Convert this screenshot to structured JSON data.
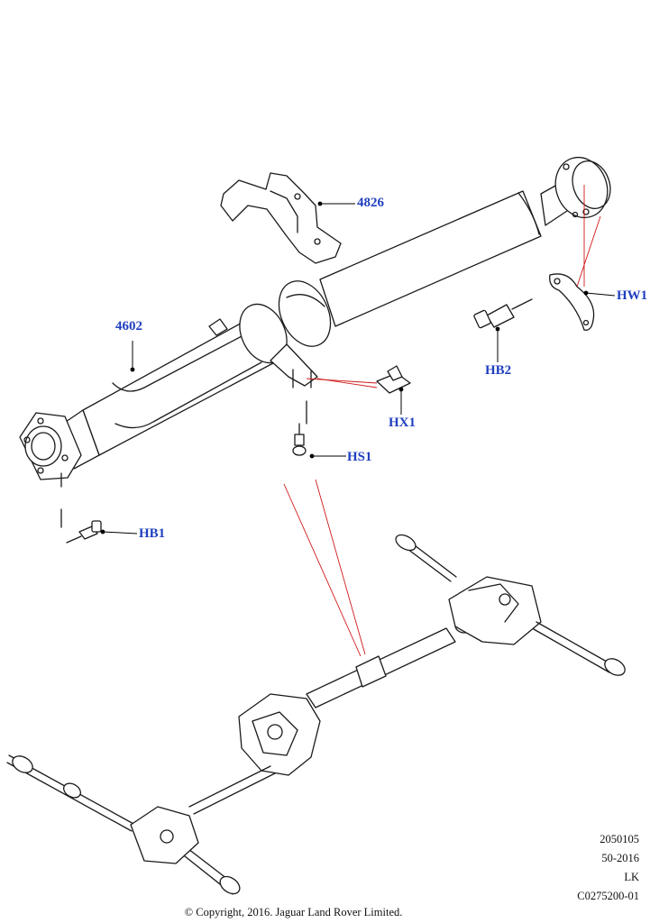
{
  "callouts": {
    "c4826": "4826",
    "c4602": "4602",
    "hw1": "HW1",
    "hb2": "HB2",
    "hx1": "HX1",
    "hs1": "HS1",
    "hb1": "HB1"
  },
  "meta": {
    "line1": "2050105",
    "line2": "50-2016",
    "line3": "LK",
    "line4": "C0275200-01"
  },
  "copyright": "© Copyright, 2016. Jaguar Land Rover Limited.",
  "colors": {
    "callout_text": "#1f3fbf",
    "leader_lines": "#000000",
    "reference_lines": "#d01818",
    "line_art": "#1a1a1a"
  }
}
